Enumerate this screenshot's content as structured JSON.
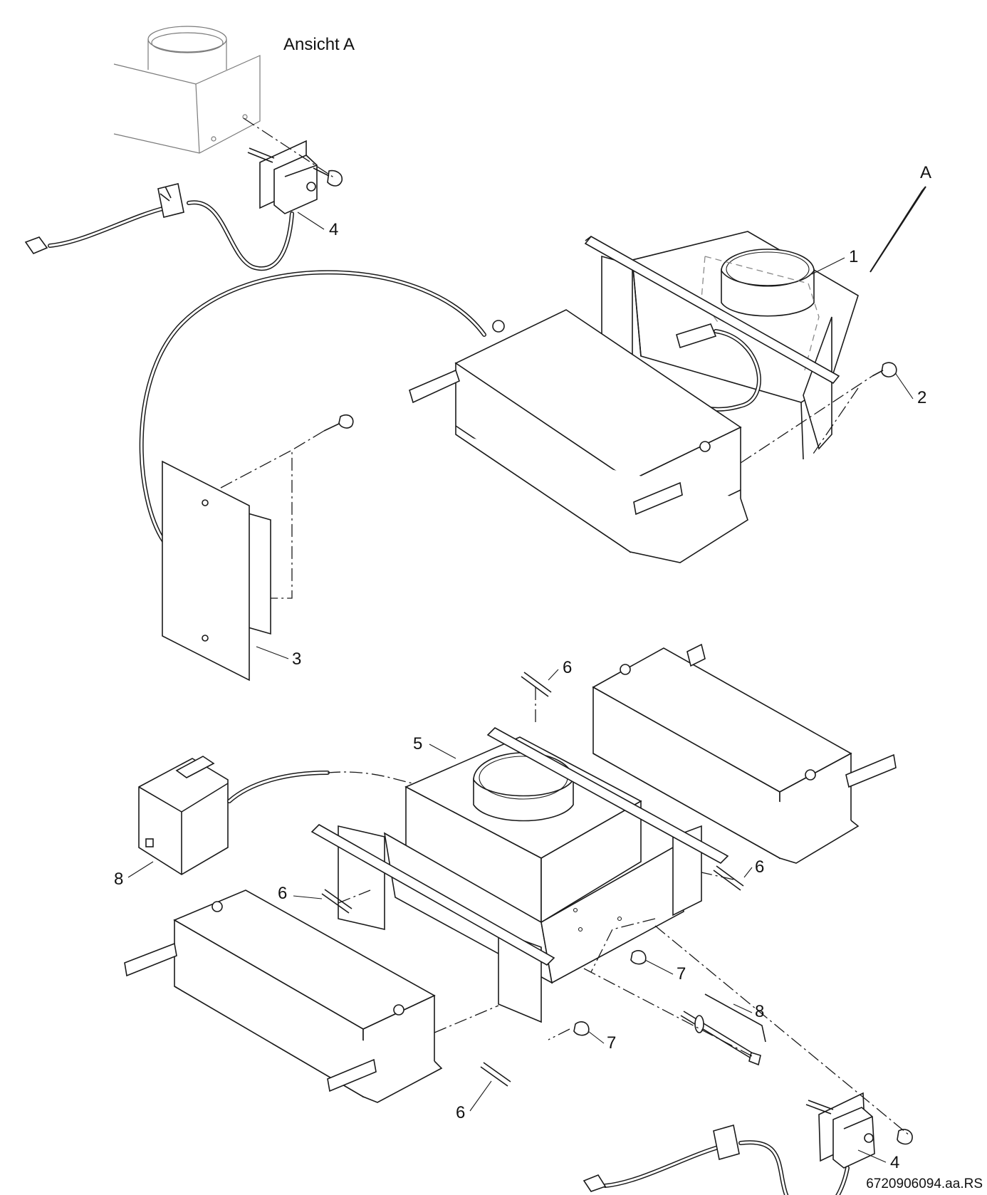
{
  "view_title": "Ansicht A",
  "view_marker": "A",
  "drawing_code": "6720906094.aa.RS",
  "part_labels": {
    "p1": "1",
    "p2": "2",
    "p3": "3",
    "p4_top": "4",
    "p4_bottom": "4",
    "p5": "5",
    "p6_top": "6",
    "p6_right": "6",
    "p6_left": "6",
    "p6_bottom": "6",
    "p7_right": "7",
    "p7_left": "7",
    "p8_box": "8",
    "p8_rod": "8"
  }
}
